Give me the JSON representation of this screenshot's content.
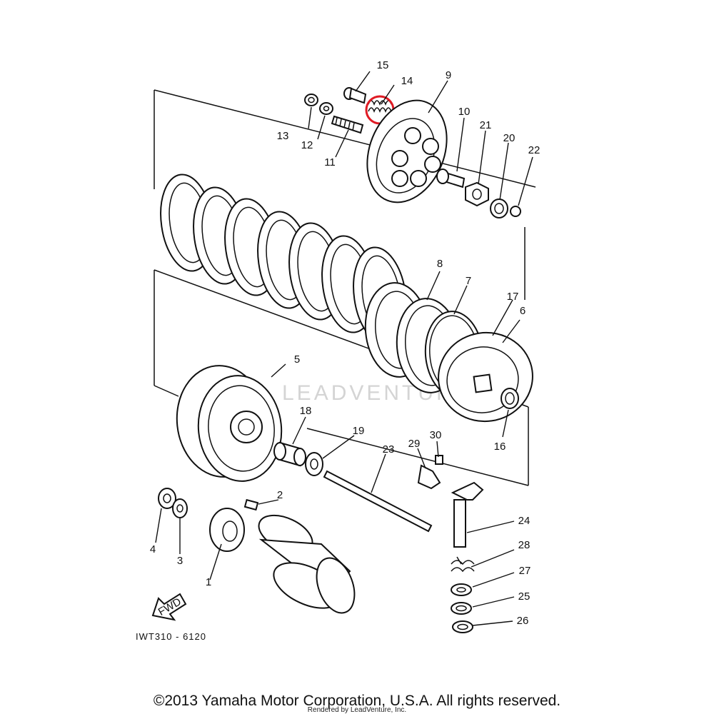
{
  "diagram": {
    "code_label": "IWT310 - 6120",
    "fwd_label": "FWD",
    "watermark": "LEADVENTURE",
    "copyright": "©2013 Yamaha Motor Corporation, U.S.A. All rights reserved.",
    "render_note": "Rendered by LeadVenture, Inc.",
    "highlight_color": "#e01b24",
    "highlighted_part": "14",
    "callouts": [
      "1",
      "2",
      "3",
      "4",
      "5",
      "6",
      "7",
      "8",
      "9",
      "10",
      "11",
      "12",
      "13",
      "14",
      "15",
      "16",
      "17",
      "18",
      "19",
      "20",
      "21",
      "22",
      "23",
      "24",
      "25",
      "26",
      "27",
      "28",
      "29",
      "30"
    ]
  }
}
